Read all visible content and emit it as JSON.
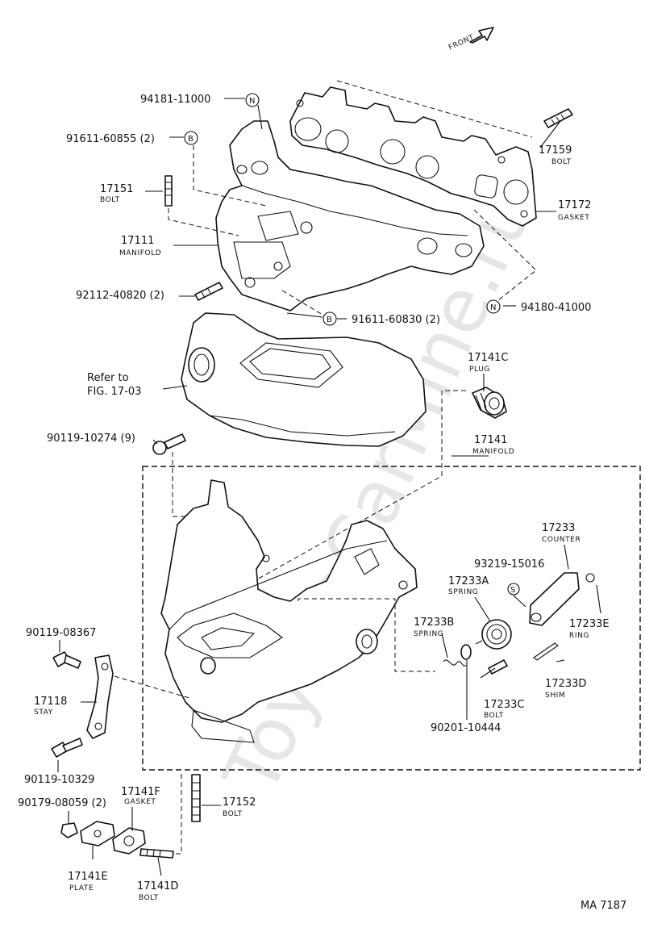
{
  "front_label": "FRONT",
  "diagram_code": "MA 7187",
  "watermark": "ToyotaCarMine.ru",
  "callouts": {
    "p94181": {
      "part": "94181-11000",
      "symbol": "N"
    },
    "p91611_855": {
      "part": "91611-60855 (2)",
      "symbol": "B"
    },
    "p17159": {
      "part": "17159",
      "name": "BOLT"
    },
    "p17151": {
      "part": "17151",
      "name": "BOLT"
    },
    "p17172": {
      "part": "17172",
      "name": "GASKET"
    },
    "p17111": {
      "part": "17111",
      "name": "MANIFOLD"
    },
    "p92112": {
      "part": "92112-40820 (2)"
    },
    "p91611_830": {
      "part": "91611-60830 (2)",
      "symbol": "B"
    },
    "p94180": {
      "part": "94180-41000",
      "symbol": "N"
    },
    "refer": {
      "line1": "Refer to",
      "line2": "FIG. 17-03"
    },
    "p17141C": {
      "part": "17141C",
      "name": "PLUG"
    },
    "p90119_274": {
      "part": "90119-10274 (9)"
    },
    "p17141": {
      "part": "17141",
      "name": "MANIFOLD"
    },
    "p17233": {
      "part": "17233",
      "name": "COUNTER"
    },
    "p93219": {
      "part": "93219-15016",
      "symbol": "S"
    },
    "p17233A": {
      "part": "17233A",
      "name": "SPRING"
    },
    "p17233B": {
      "part": "17233B",
      "name": "SPRING"
    },
    "p17233E": {
      "part": "17233E",
      "name": "RING"
    },
    "p90119_367": {
      "part": "90119-08367"
    },
    "p17118": {
      "part": "17118",
      "name": "STAY"
    },
    "p17233C": {
      "part": "17233C",
      "name": "BOLT"
    },
    "p17233D": {
      "part": "17233D",
      "name": "SHIM"
    },
    "p90201": {
      "part": "90201-10444"
    },
    "p90119_329": {
      "part": "90119-10329"
    },
    "p17141F": {
      "part": "17141F",
      "name": "GASKET"
    },
    "p90179": {
      "part": "90179-08059 (2)"
    },
    "p17152": {
      "part": "17152",
      "name": "BOLT"
    },
    "p17141E": {
      "part": "17141E",
      "name": "PLATE"
    },
    "p17141D": {
      "part": "17141D",
      "name": "BOLT"
    }
  }
}
